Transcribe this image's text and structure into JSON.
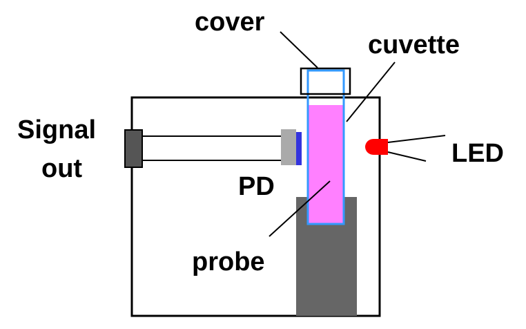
{
  "labels": {
    "cover": "cover",
    "cuvette": "cuvette",
    "signal_line1": "Signal",
    "signal_line2": "out",
    "led": "LED",
    "pd": "PD",
    "probe": "probe"
  },
  "colors": {
    "outline": "#000000",
    "connector": "#555555",
    "photodiode_body": "#aaaaaa",
    "photodiode_face": "#3333dd",
    "cuvette_border": "#3399ff",
    "sample_liquid": "#ff80ff",
    "probe_holder": "#666666",
    "led": "#ff0000"
  }
}
